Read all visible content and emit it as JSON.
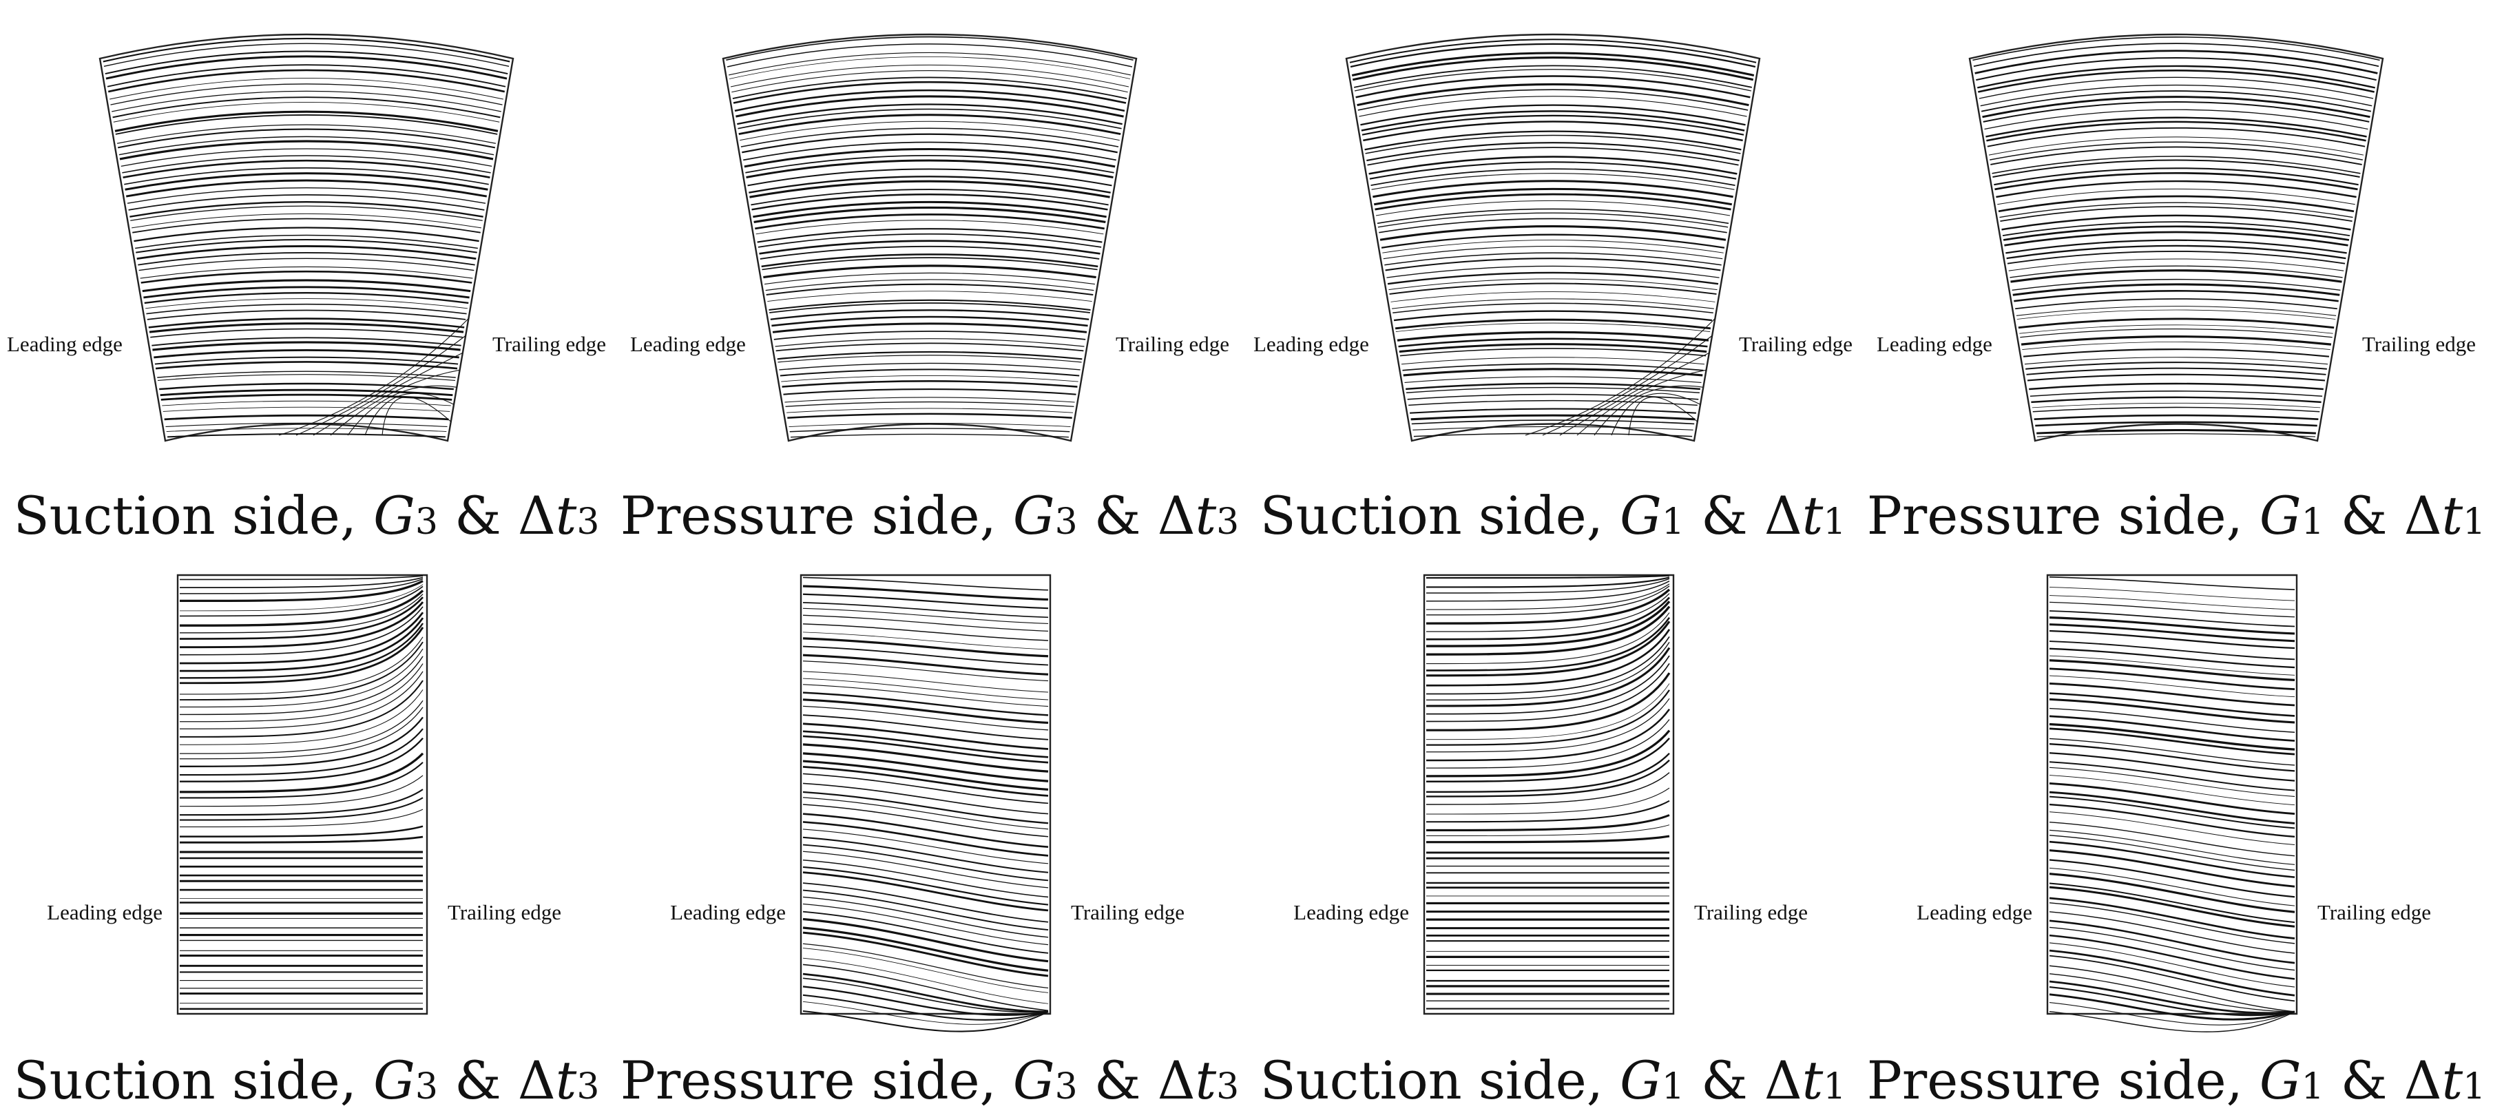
{
  "labels": {
    "leading_edge": "Leading edge",
    "trailing_edge": "Trailing edge"
  },
  "panels": [
    {
      "id": "r1c1",
      "view": "fan",
      "side": "Suction side",
      "g": "G",
      "g_sub": "3",
      "dt": "Δt",
      "dt_sub": "3",
      "corner": true
    },
    {
      "id": "r1c2",
      "view": "fan",
      "side": "Pressure side",
      "g": "G",
      "g_sub": "3",
      "dt": "Δt",
      "dt_sub": "3",
      "corner": false
    },
    {
      "id": "r1c3",
      "view": "fan",
      "side": "Suction side",
      "g": "G",
      "g_sub": "1",
      "dt": "Δt",
      "dt_sub": "1",
      "corner": true
    },
    {
      "id": "r1c4",
      "view": "fan",
      "side": "Pressure side",
      "g": "G",
      "g_sub": "1",
      "dt": "Δt",
      "dt_sub": "1",
      "corner": false
    },
    {
      "id": "r2c1",
      "view": "rect",
      "side": "Suction side",
      "g": "G",
      "g_sub": "3",
      "dt": "Δt",
      "dt_sub": "3",
      "corner": true
    },
    {
      "id": "r2c2",
      "view": "rect",
      "side": "Pressure side",
      "g": "G",
      "g_sub": "3",
      "dt": "Δt",
      "dt_sub": "3",
      "corner": false
    },
    {
      "id": "r2c3",
      "view": "rect",
      "side": "Suction side",
      "g": "G",
      "g_sub": "1",
      "dt": "Δt",
      "dt_sub": "1",
      "corner": true
    },
    {
      "id": "r2c4",
      "view": "rect",
      "side": "Pressure side",
      "g": "G",
      "g_sub": "1",
      "dt": "Δt",
      "dt_sub": "1",
      "corner": false
    }
  ],
  "caption_joiner": " & "
}
